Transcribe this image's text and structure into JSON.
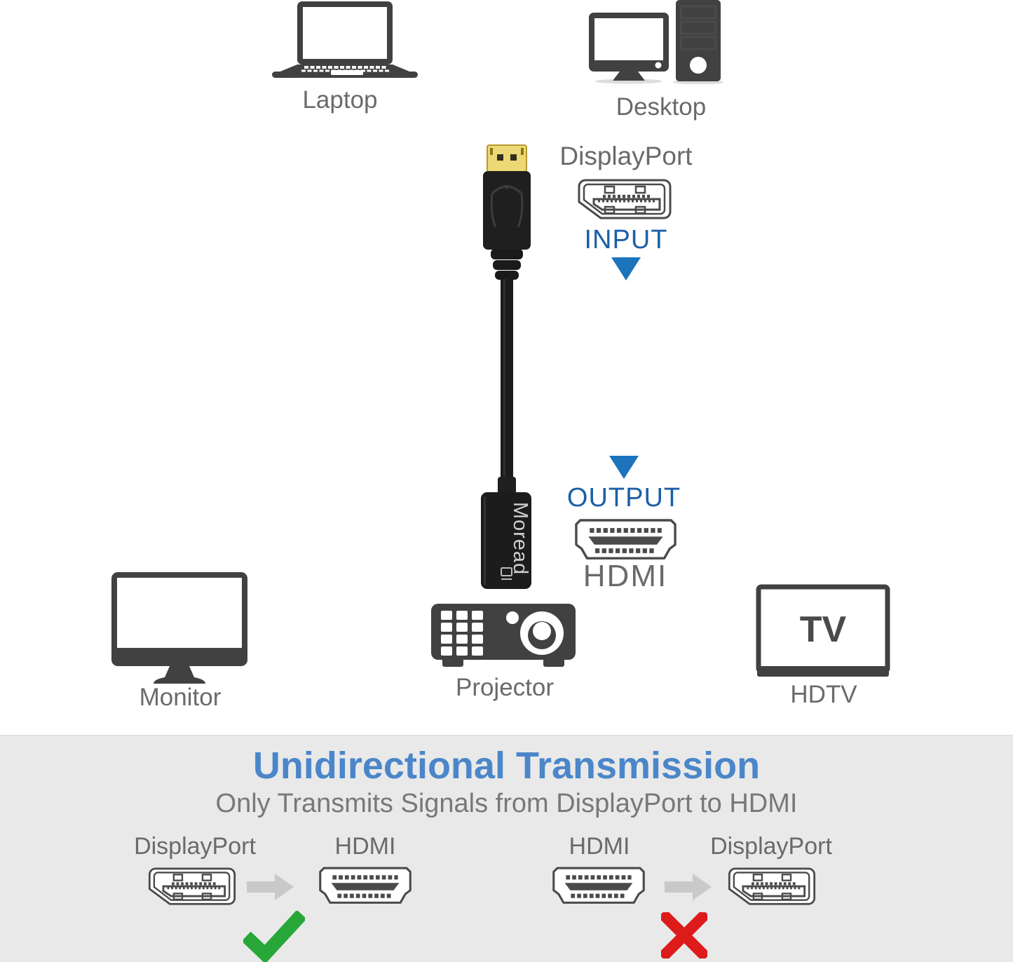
{
  "colors": {
    "icon_dark": "#414141",
    "connector_stroke": "#4a4a4a",
    "label_gray": "#6a6a6a",
    "subtitle_gray": "#787878",
    "title_blue": "#4a86c9",
    "io_blue": "#1d5fa7",
    "arrow_blue": "#1b74bc",
    "check_green": "#27a737",
    "cross_red": "#dd1b1b",
    "arrow_gray": "#c9c9c9",
    "section_bg": "#e9e9e9",
    "pin_gold": "#ecd976",
    "cable_black": "#1b1b1b",
    "brand_text": "#cfcfcf"
  },
  "source_devices": {
    "laptop_label": "Laptop",
    "desktop_label": "Desktop"
  },
  "input": {
    "connector_label": "DisplayPort",
    "direction_label": "INPUT"
  },
  "adapter": {
    "brand": "Moread"
  },
  "output": {
    "direction_label": "OUTPUT",
    "connector_label": "HDMI"
  },
  "sink_devices": {
    "monitor_label": "Monitor",
    "projector_label": "Projector",
    "hdtv_label": "HDTV",
    "tv_screen_text": "TV"
  },
  "banner": {
    "title": "Unidirectional Transmission",
    "subtitle": "Only Transmits Signals from DisplayPort to HDMI",
    "allowed_from": "DisplayPort",
    "allowed_to": "HDMI",
    "blocked_from": "HDMI",
    "blocked_to": "DisplayPort"
  }
}
